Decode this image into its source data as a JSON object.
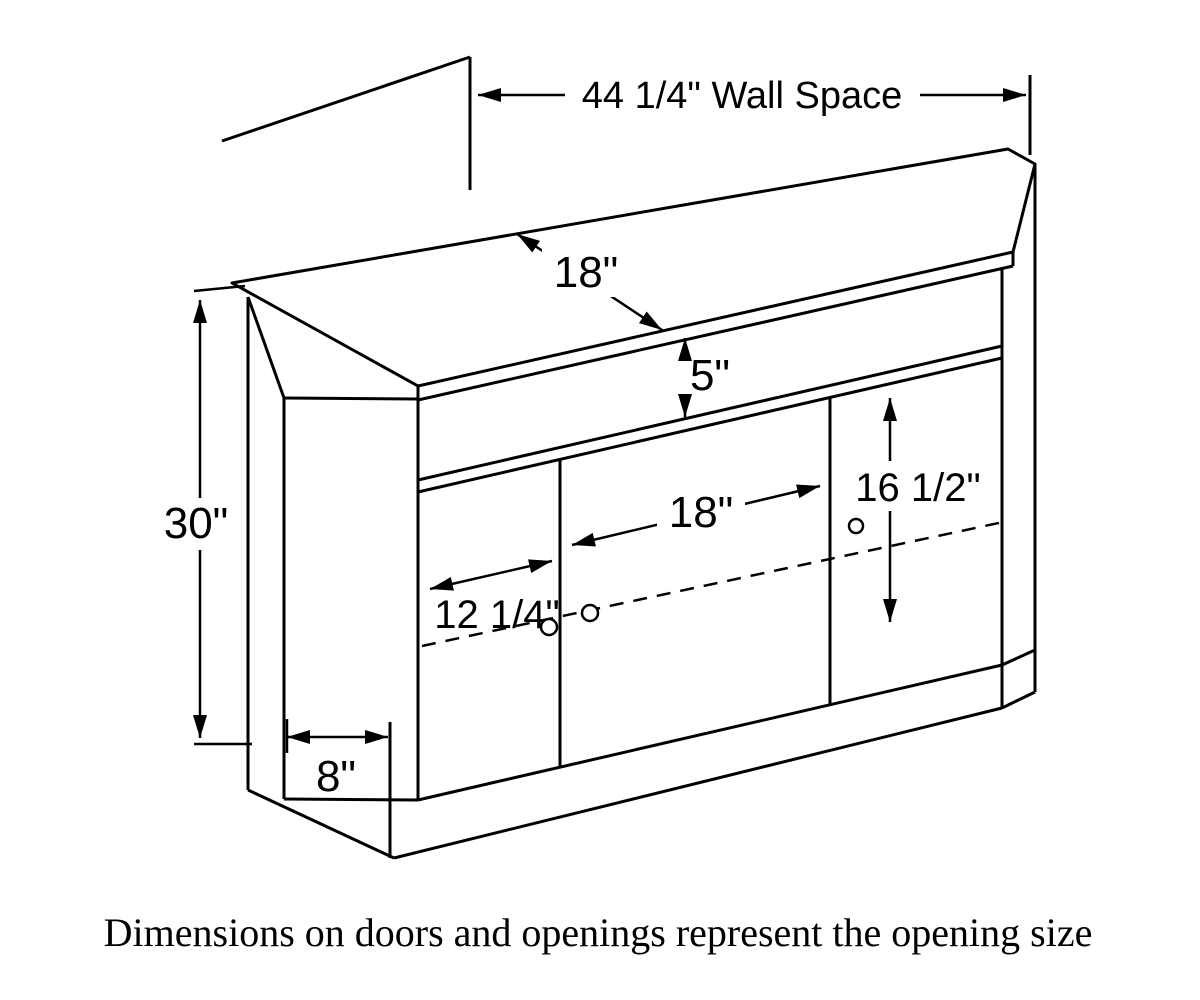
{
  "drawing": {
    "subject": "corner-tv-stand-technical-drawing",
    "background_color": "#ffffff",
    "line_color": "#000000",
    "labels": {
      "wall_space": "44 1/4\" Wall Space",
      "top_depth": "18\"",
      "shelf_opening_height": "5\"",
      "overall_height": "30\"",
      "door_opening_height": "16 1/2\"",
      "center_opening_width": "18\"",
      "left_door_opening_width": "12 1/4\"",
      "side_depth": "8\""
    },
    "caption": "Dimensions on doors and openings represent the opening size"
  }
}
